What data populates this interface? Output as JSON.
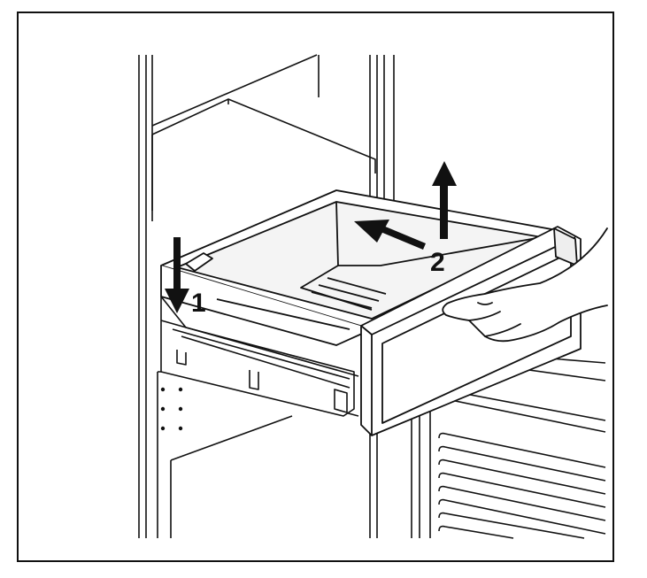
{
  "figure": {
    "steps": [
      {
        "label": "1",
        "direction": "down"
      },
      {
        "label": "2",
        "direction": "up-and-back"
      }
    ],
    "colors": {
      "line": "#111111",
      "fill": "#ffffff",
      "shade": "#e6e6e6",
      "arrow": "#111111"
    }
  }
}
